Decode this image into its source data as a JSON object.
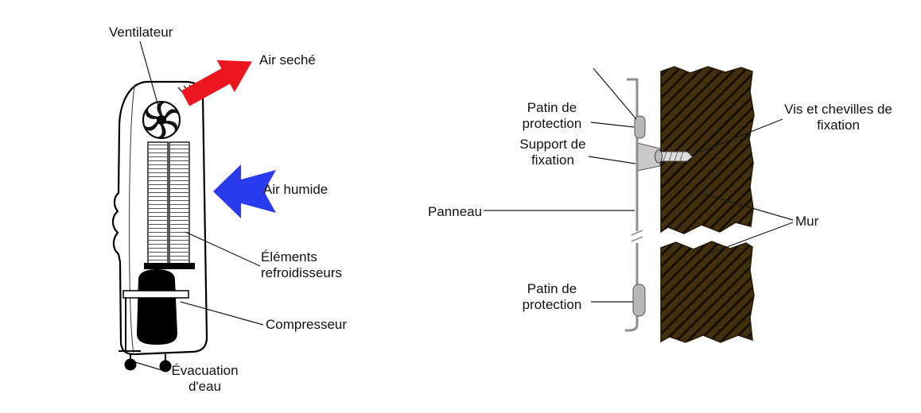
{
  "colors": {
    "arrow_red": "#ec1620",
    "arrow_blue": "#2a3bee",
    "wall_brown": "#43300f",
    "metal_gray": "#b8b8b8"
  },
  "dehumidifier": {
    "labels": {
      "fan": "Ventilateur",
      "dry_air": "Air seché",
      "humid_air": "Air humide",
      "cooling_elements": "Éléments refroidisseurs",
      "compressor": "Compresseur",
      "water_drain": "Évacuation d'eau"
    }
  },
  "mounting": {
    "labels": {
      "protection_pad_top": "Patin de protection",
      "fixing_bracket": "Support de fixation",
      "screws": "Vis et chevilles de fixation",
      "panel": "Panneau",
      "wall": "Mur",
      "protection_pad_bottom": "Patin de protection"
    }
  }
}
